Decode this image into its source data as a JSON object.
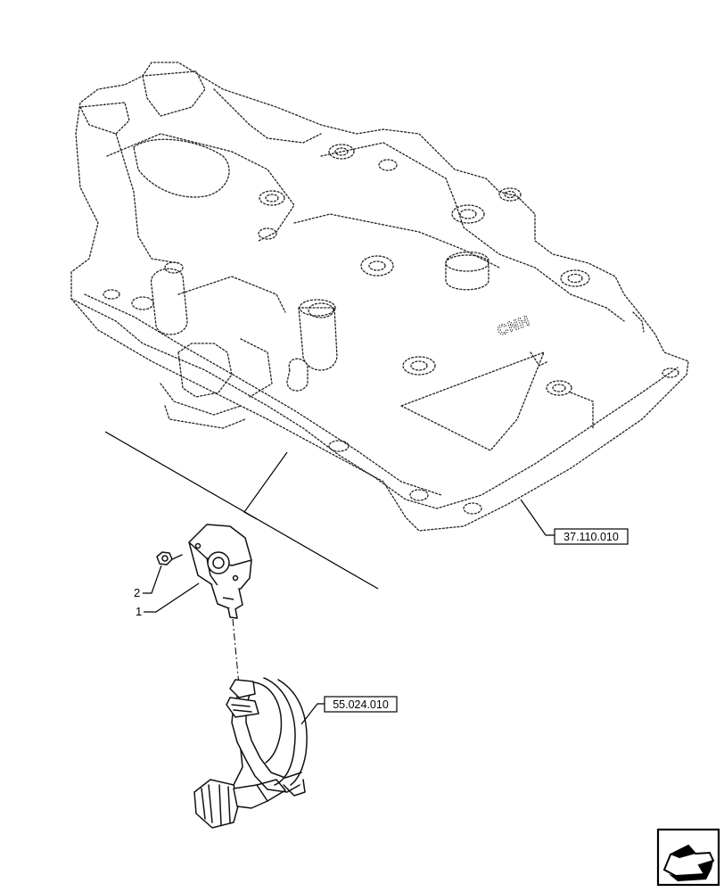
{
  "diagram": {
    "references": {
      "housing": "37.110.010",
      "harness": "55.024.010"
    },
    "items": [
      {
        "number": "1"
      },
      {
        "number": "2"
      }
    ],
    "housing_marking": "CNH",
    "nav_icon": "next-page-arrow-icon"
  }
}
